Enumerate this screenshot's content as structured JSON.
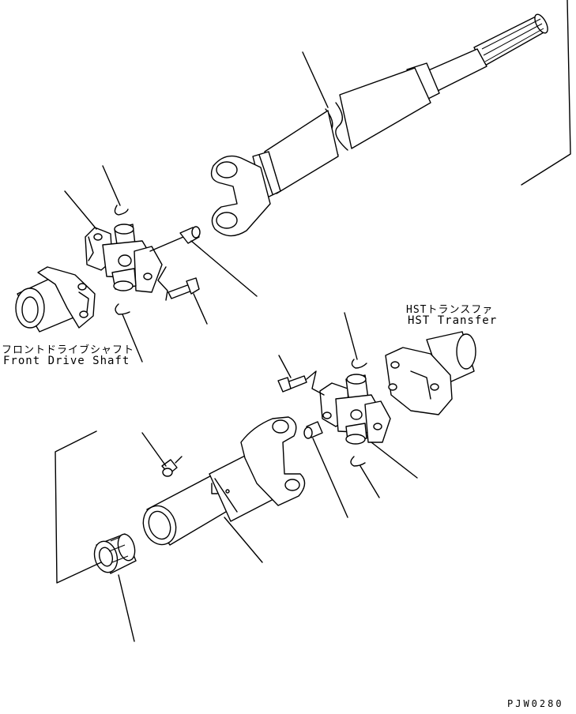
{
  "labels": {
    "front_drive_shaft_jp": "フロントドライブシャフト",
    "front_drive_shaft_en": "Front Drive Shaft",
    "hst_transfer_jp": "HSTトランスファ",
    "hst_transfer_en": "HST Transfer",
    "drawing_code": "PJW0280"
  }
}
